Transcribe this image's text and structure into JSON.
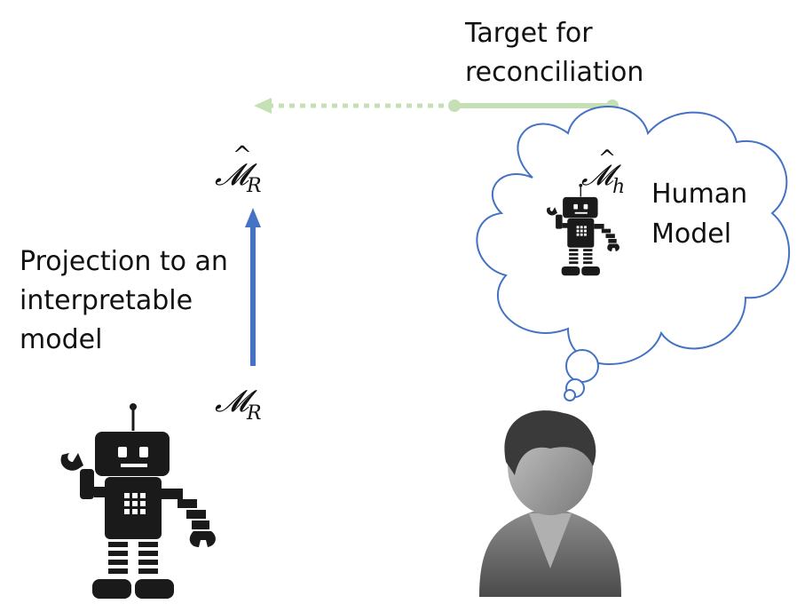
{
  "target_label": [
    "Target for",
    "reconciliation"
  ],
  "model_r_hat": {
    "symbol": "𝓜",
    "hat": "^",
    "subscript": "R"
  },
  "model_r": {
    "symbol": "𝓜",
    "subscript": "R"
  },
  "model_h_hat": {
    "symbol": "𝓜",
    "hat": "^",
    "subscript": "h"
  },
  "projection_label": [
    "Projection to an",
    "interpretable",
    "model"
  ],
  "human_model_label": [
    "Human",
    "Model"
  ],
  "colors": {
    "projection_arrow": "#4472c4",
    "target_arrow": "#c5e0b4",
    "cloud_stroke": "#4472c4",
    "robot": "#1a1a1a",
    "person": "#6b6b6b"
  }
}
